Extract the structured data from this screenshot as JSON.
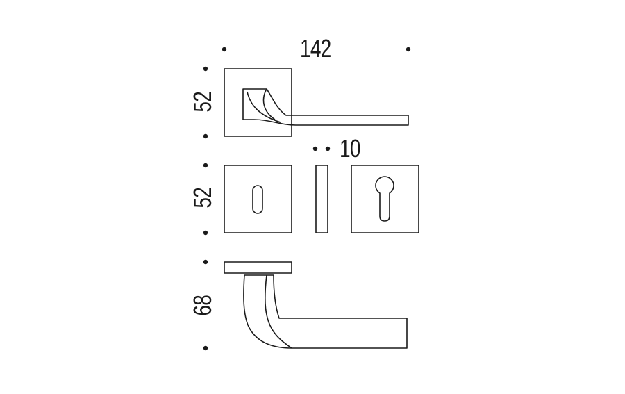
{
  "dimensions": {
    "total_width": "142",
    "rose_height": "52",
    "escutcheon_height": "52",
    "escutcheon_thickness": "10",
    "lever_height": "68"
  },
  "colors": {
    "line": "#1a1a1a",
    "background": "#ffffff"
  }
}
